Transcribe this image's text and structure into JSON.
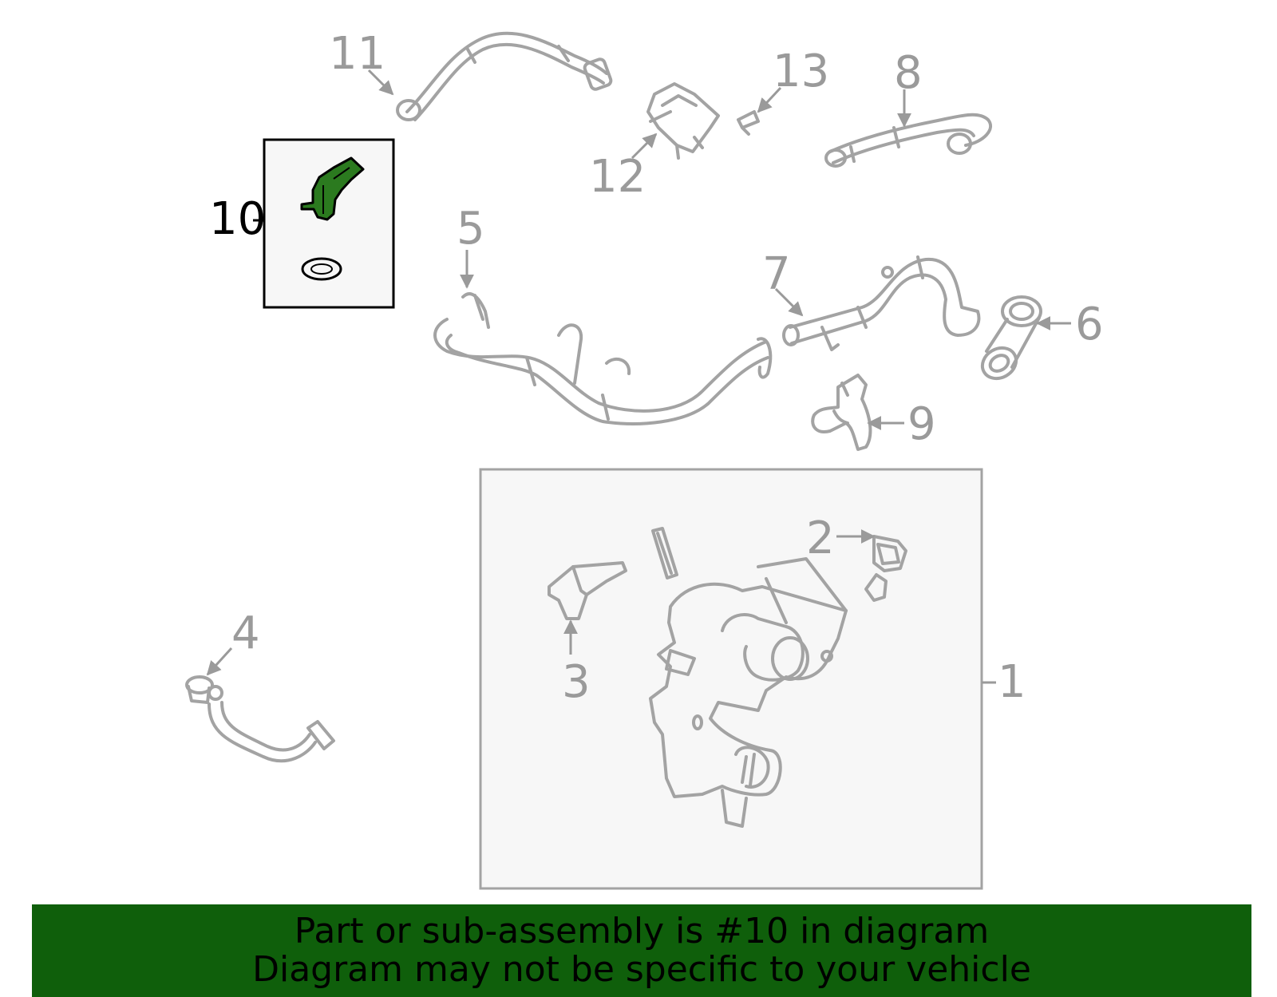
{
  "callouts": {
    "c1": "1",
    "c2": "2",
    "c3": "3",
    "c4": "4",
    "c5": "5",
    "c6": "6",
    "c7": "7",
    "c8": "8",
    "c9": "9",
    "c10": "10",
    "c11": "11",
    "c12": "12",
    "c13": "13"
  },
  "highlight_part": "10",
  "colors": {
    "highlight_fill": "#2b7a1f",
    "banner_background": "#0f5f0b",
    "part_outline": "#a3a3a3",
    "box_background": "#f7f7f7"
  },
  "banner": {
    "line1": "Part or sub-assembly is #10 in diagram",
    "line2": "Diagram may not be specific to your vehicle"
  }
}
